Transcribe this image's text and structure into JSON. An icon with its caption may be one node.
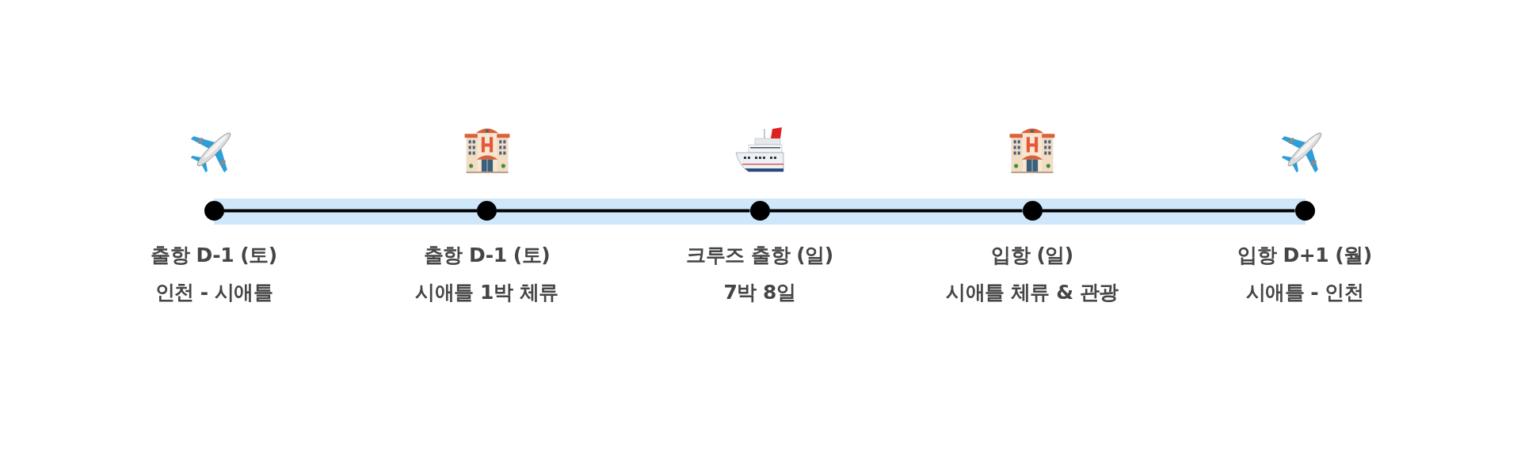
{
  "diagram": {
    "nodes": [
      {
        "text": [],
        "shape": "circle",
        "beside": [
          "출항 D-1 (토)",
          "인천 - 시애틀"
        ]
      },
      {
        "text": [],
        "shape": "circle",
        "beside": [
          "출항 D-1 (토)",
          "시애틀 1박 체류"
        ]
      },
      {
        "text": [],
        "shape": "circle",
        "beside": [
          "크루즈 출항 (일)",
          "7박 8일"
        ]
      },
      {
        "text": [],
        "shape": "circle",
        "beside": [
          "입항 (일)",
          "시애틀 체류 & 관광"
        ]
      },
      {
        "text": [],
        "shape": "circle",
        "beside": [
          "입항 D+1 (월)",
          "시애틀 - 인천"
        ]
      }
    ],
    "edges": [
      {
        "from": 0,
        "to": 1,
        "arrow": "none"
      },
      {
        "from": 1,
        "to": 2,
        "arrow": "none"
      },
      {
        "from": 2,
        "to": 3,
        "arrow": "none"
      },
      {
        "from": 3,
        "to": 4,
        "arrow": "none"
      }
    ]
  }
}
